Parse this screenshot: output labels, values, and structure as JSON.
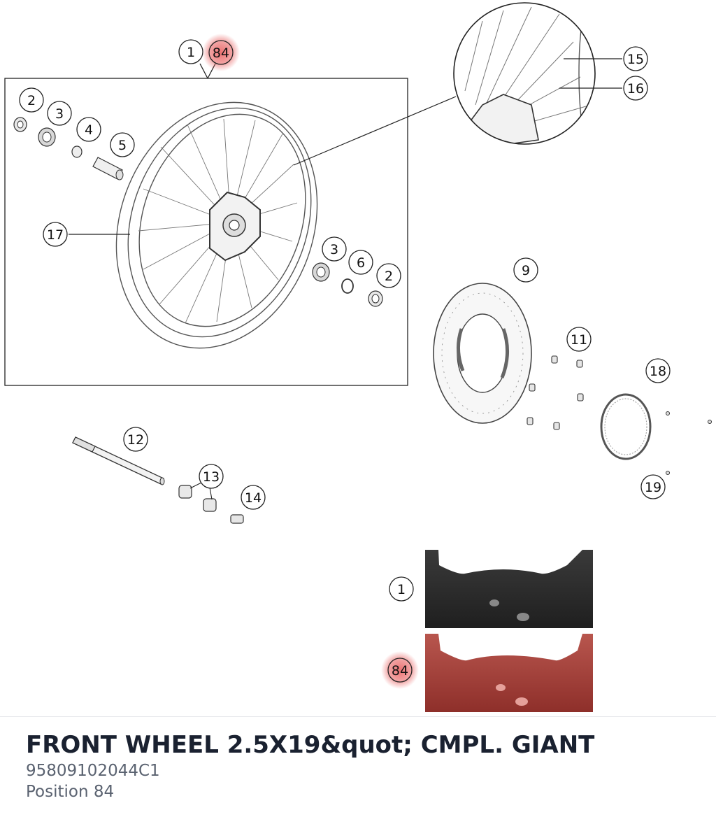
{
  "diagram": {
    "callouts": [
      "1",
      "84",
      "2",
      "3",
      "4",
      "5",
      "17",
      "3",
      "6",
      "2",
      "15",
      "16",
      "9",
      "11",
      "18",
      "12",
      "13",
      "14",
      "19",
      "1",
      "84"
    ],
    "highlight_color": "#e85a5a",
    "rim_colors": {
      "black": "#2f2f2f",
      "red": "#a8443d"
    }
  },
  "part": {
    "title": "FRONT WHEEL 2.5X19&quot; CMPL. GIANT",
    "number": "95809102044C1",
    "position": "Position 84"
  }
}
